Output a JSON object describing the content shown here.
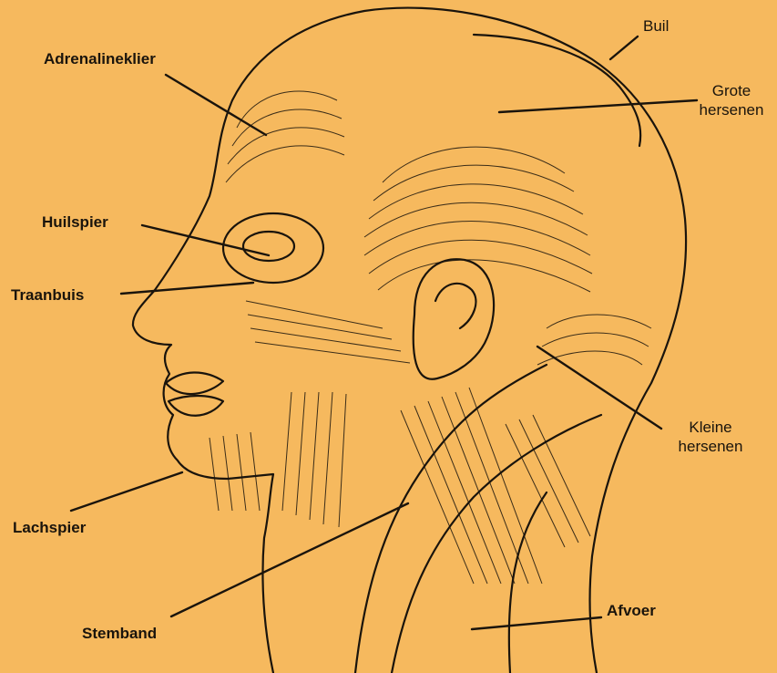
{
  "diagram": {
    "labels": {
      "adrenalineklier": "Adrenalineklier",
      "buil": "Buil",
      "grote_hersenen_1": "Grote",
      "grote_hersenen_2": "hersenen",
      "huilspier": "Huilspier",
      "traanbuis": "Traanbuis",
      "kleine_hersenen_1": "Kleine",
      "kleine_hersenen_2": "hersenen",
      "lachspier": "Lachspier",
      "stemband": "Stemband",
      "afvoer": "Afvoer"
    },
    "colors": {
      "background": "#f6b95e",
      "ink": "#1a140c"
    }
  }
}
